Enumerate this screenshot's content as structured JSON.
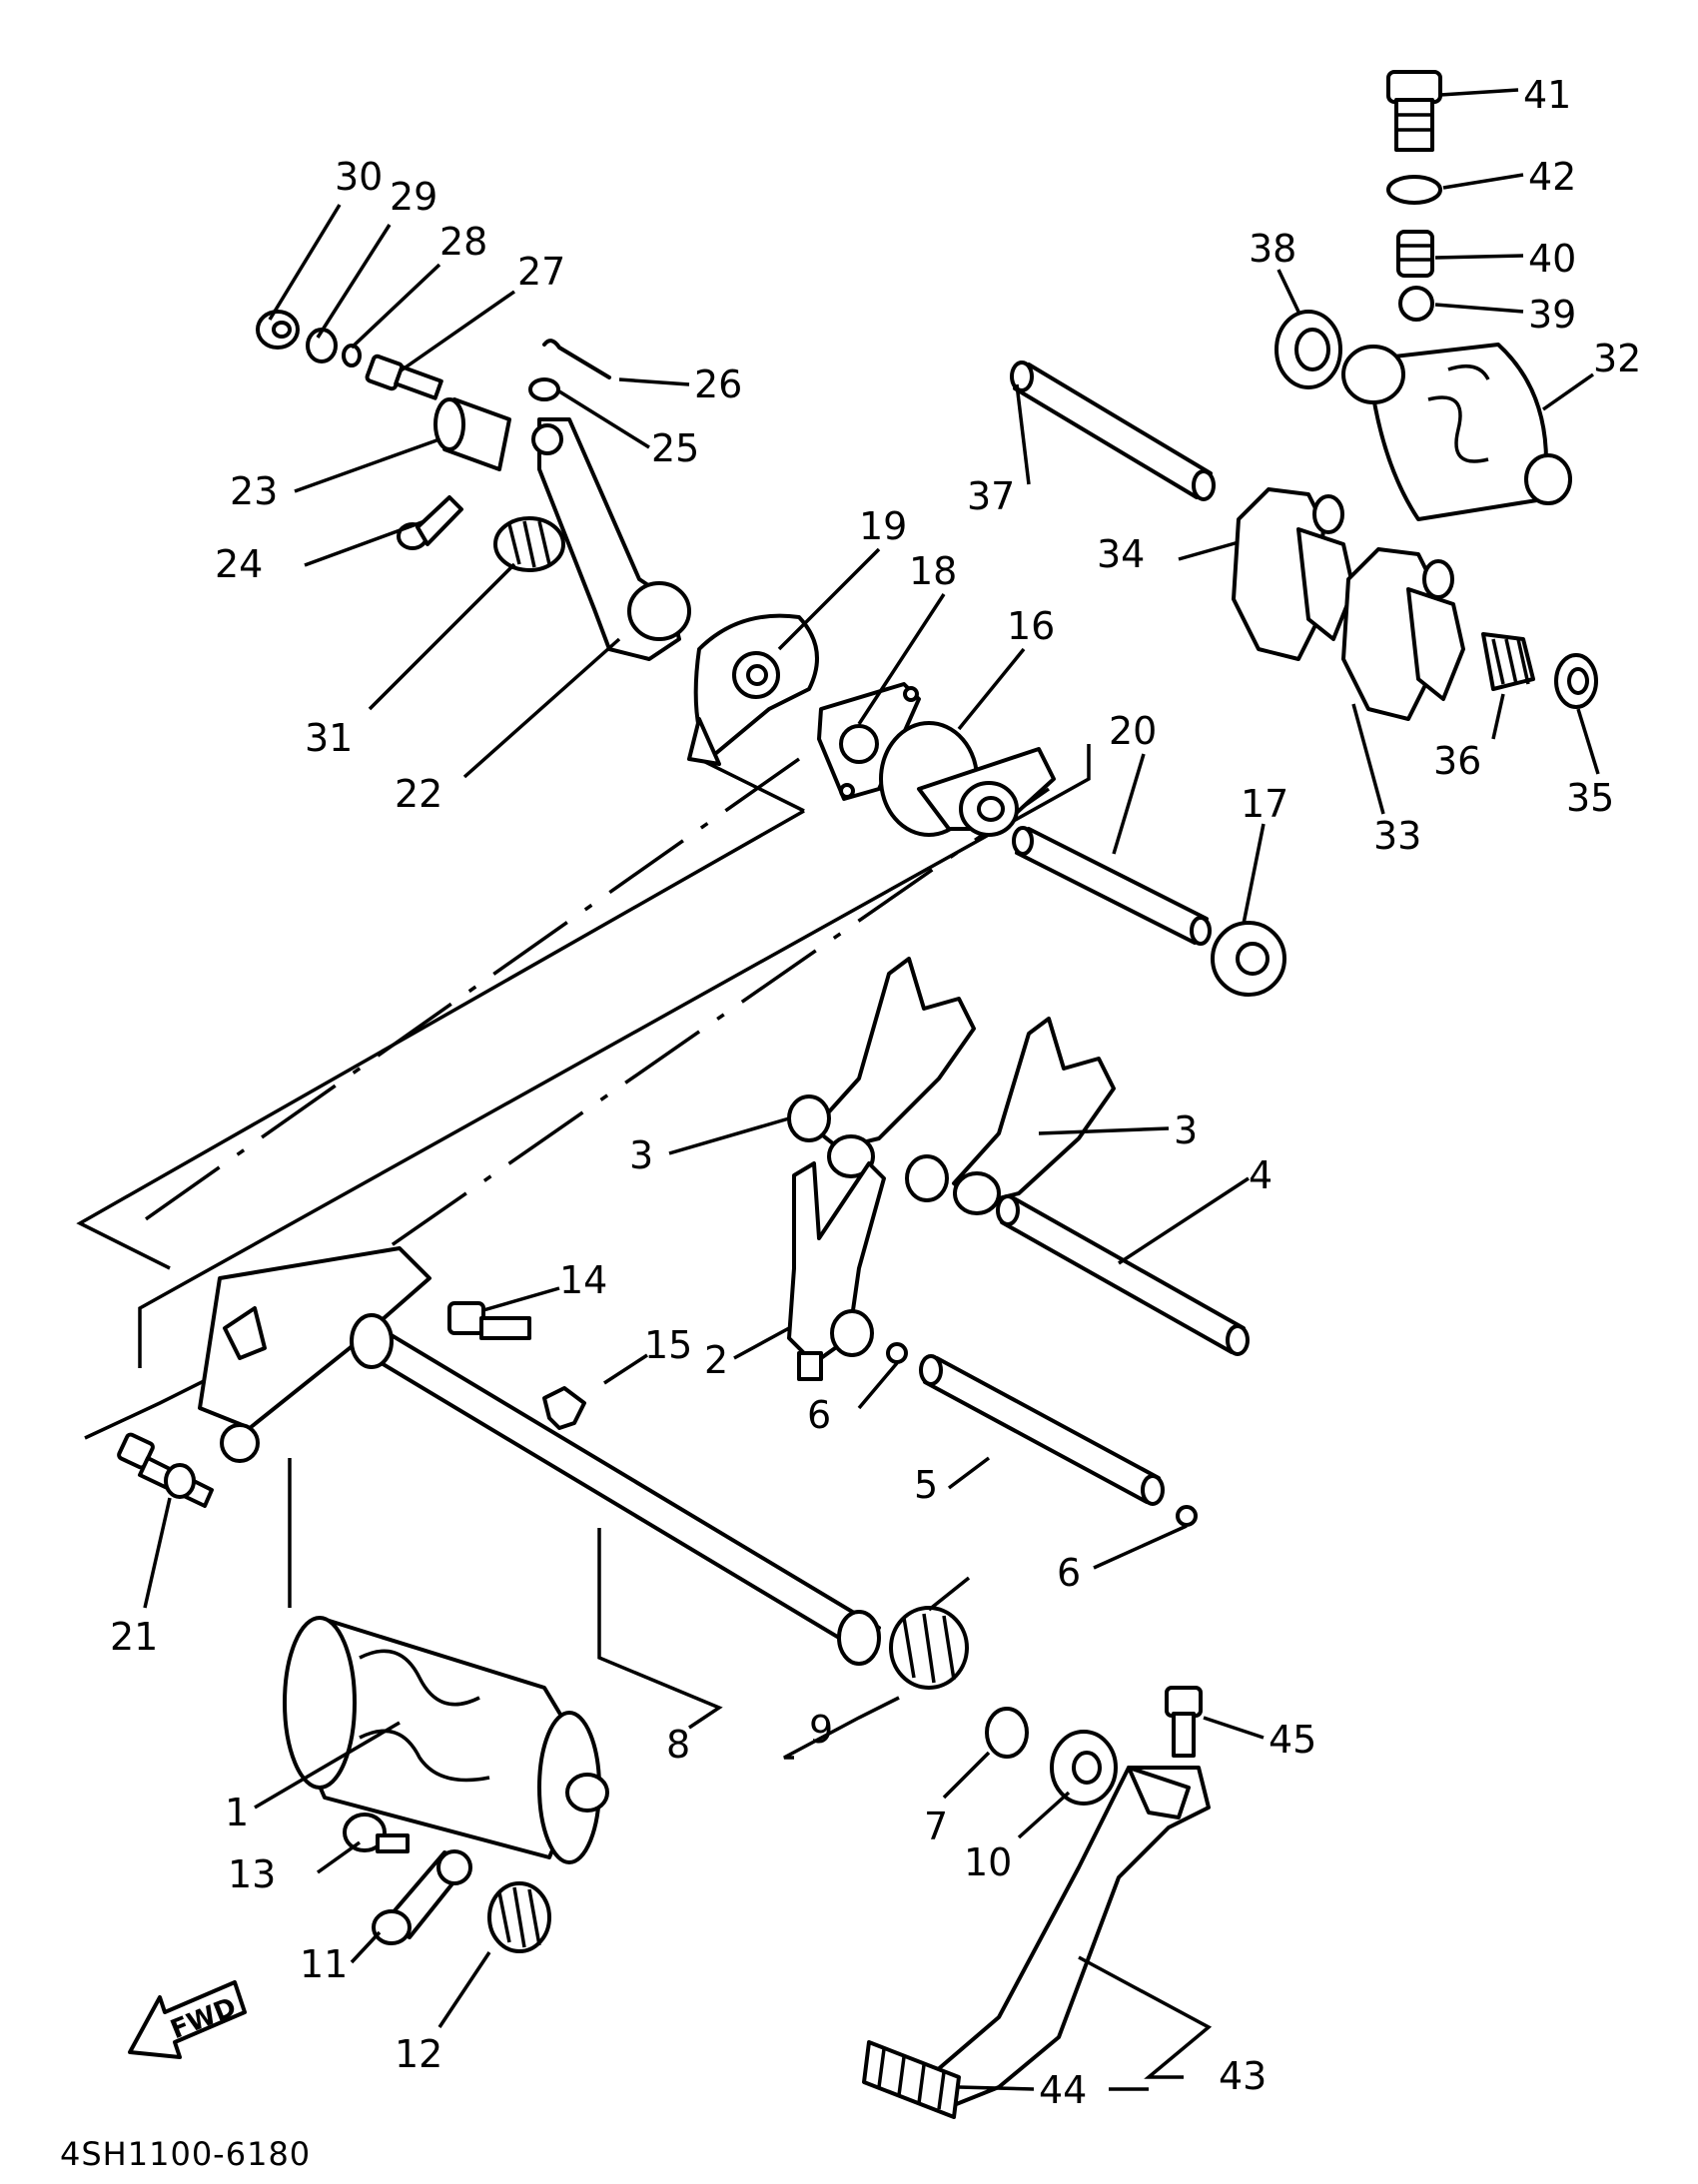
{
  "diagram": {
    "code": "4SH1100-6180",
    "fwd_label": "FWD",
    "callouts": [
      "1",
      "2",
      "3",
      "3",
      "4",
      "5",
      "6",
      "6",
      "7",
      "8",
      "9",
      "10",
      "11",
      "12",
      "13",
      "14",
      "15",
      "16",
      "17",
      "18",
      "19",
      "20",
      "21",
      "22",
      "23",
      "24",
      "25",
      "26",
      "27",
      "28",
      "29",
      "30",
      "31",
      "32",
      "33",
      "34",
      "35",
      "36",
      "37",
      "38",
      "39",
      "40",
      "41",
      "42",
      "43",
      "44",
      "44",
      "45"
    ]
  }
}
